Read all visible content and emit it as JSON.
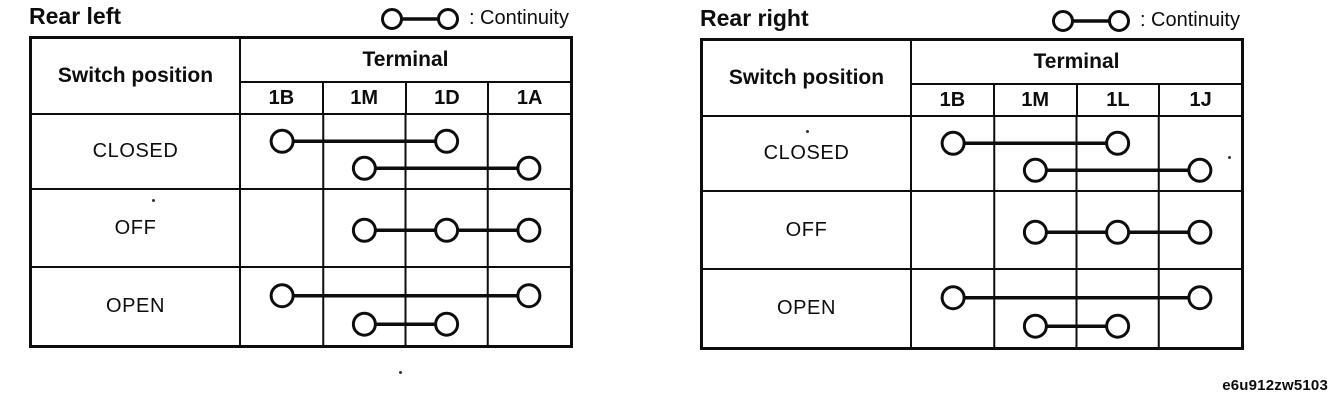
{
  "page": {
    "code": "e6u912zw5103"
  },
  "legend": {
    "label": ": Continuity"
  },
  "colors": {
    "ink": "#0d0d0d",
    "paper": "#ffffff"
  },
  "tables": [
    {
      "title": "Rear left",
      "switch_header": "Switch position",
      "terminal_header": "Terminal",
      "terminals": [
        "1B",
        "1M",
        "1D",
        "1A"
      ],
      "rows": [
        {
          "label": "CLOSED",
          "connections": [
            {
              "terminals": [
                "1B",
                "1D"
              ],
              "slot": "upper"
            },
            {
              "terminals": [
                "1M",
                "1A"
              ],
              "slot": "lower"
            }
          ]
        },
        {
          "label": "OFF",
          "connections": [
            {
              "terminals": [
                "1M",
                "1D",
                "1A"
              ],
              "slot": "middle"
            }
          ]
        },
        {
          "label": "OPEN",
          "connections": [
            {
              "terminals": [
                "1B",
                "1A"
              ],
              "slot": "upper"
            },
            {
              "terminals": [
                "1M",
                "1D"
              ],
              "slot": "lower"
            }
          ]
        }
      ]
    },
    {
      "title": "Rear right",
      "switch_header": "Switch position",
      "terminal_header": "Terminal",
      "terminals": [
        "1B",
        "1M",
        "1L",
        "1J"
      ],
      "rows": [
        {
          "label": "CLOSED",
          "connections": [
            {
              "terminals": [
                "1B",
                "1L"
              ],
              "slot": "upper"
            },
            {
              "terminals": [
                "1M",
                "1J"
              ],
              "slot": "lower"
            }
          ]
        },
        {
          "label": "OFF",
          "connections": [
            {
              "terminals": [
                "1M",
                "1L",
                "1J"
              ],
              "slot": "middle"
            }
          ]
        },
        {
          "label": "OPEN",
          "connections": [
            {
              "terminals": [
                "1B",
                "1J"
              ],
              "slot": "upper"
            },
            {
              "terminals": [
                "1M",
                "1L"
              ],
              "slot": "lower"
            }
          ]
        }
      ]
    }
  ]
}
